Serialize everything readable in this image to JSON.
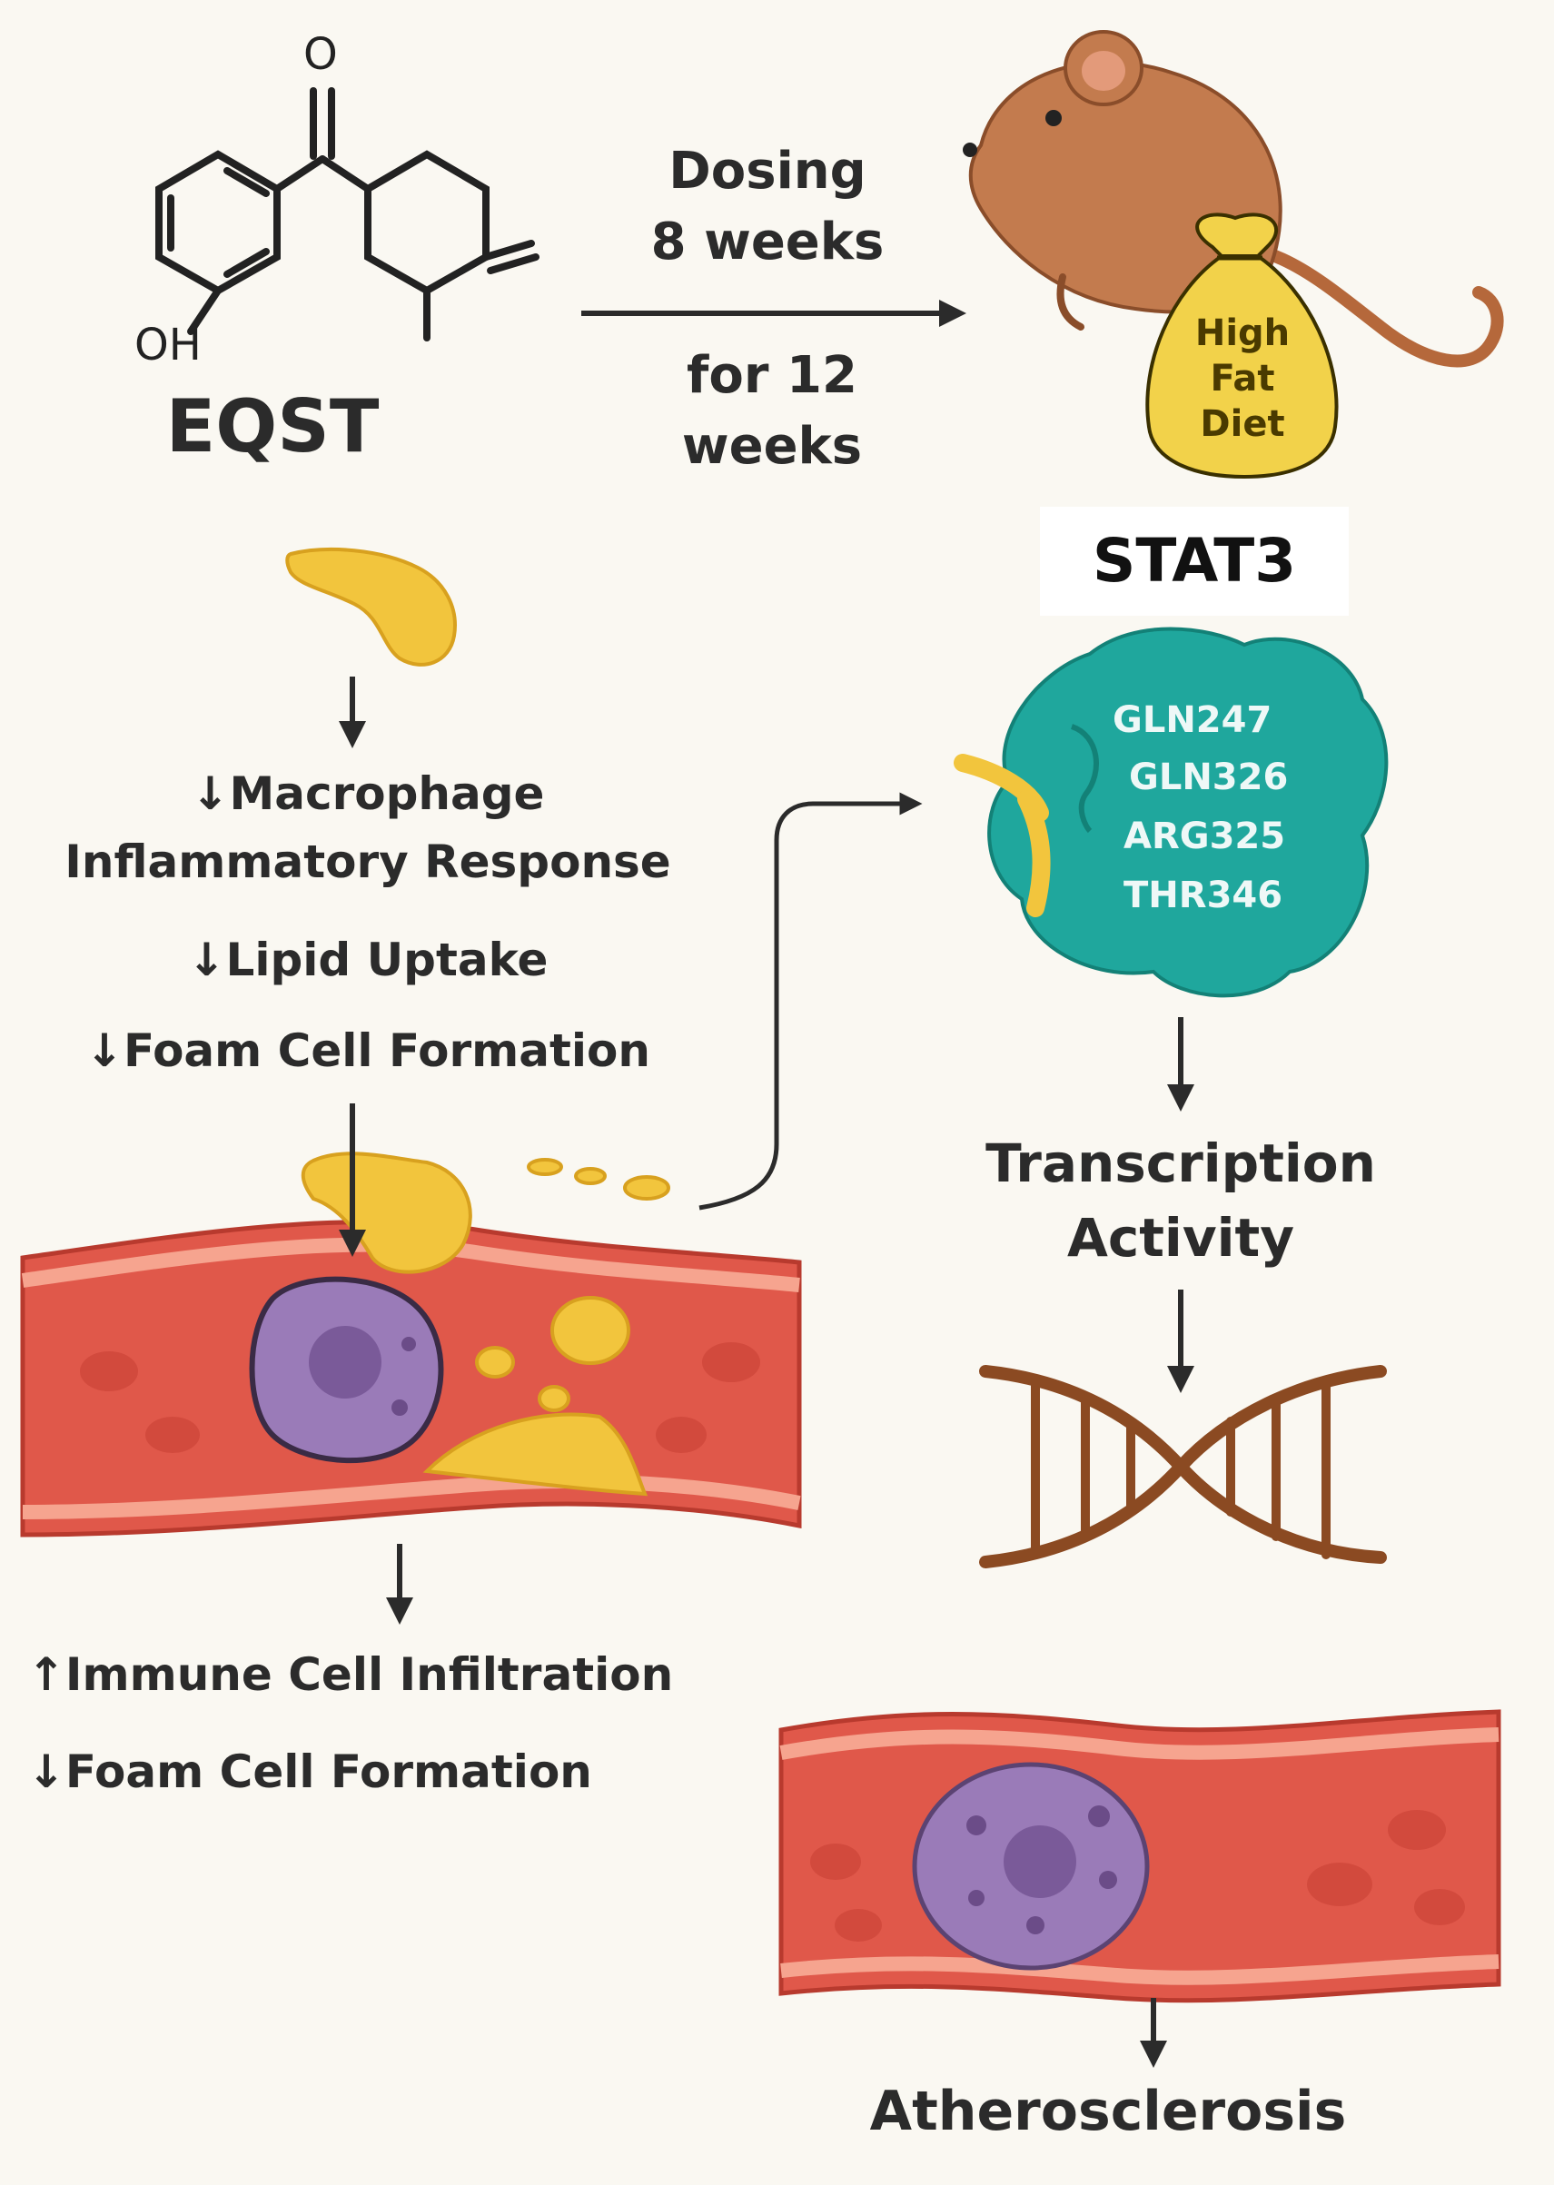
{
  "compound": {
    "name": "EQST",
    "hydroxyl": "OH",
    "carbonyl": "O"
  },
  "dosing": {
    "line1": "Dosing",
    "line2": "8 weeks",
    "line3": "for 12",
    "line4": "weeks"
  },
  "diet_bag": {
    "line1": "High",
    "line2": "Fat",
    "line3": "Diet"
  },
  "target": {
    "name": "STAT3",
    "residues": [
      "GLN247",
      "GLN326",
      "ARG325",
      "THR346"
    ]
  },
  "left_effects": [
    {
      "arrow": "↓",
      "text": "Macrophage"
    },
    {
      "arrow": "",
      "text": "Inflammatory Response"
    },
    {
      "arrow": "↓",
      "text": "Lipid Uptake"
    },
    {
      "arrow": "↓",
      "text": "Foam Cell Formation"
    }
  ],
  "bottom_effects": [
    {
      "arrow": "↑",
      "text": "Immune Cell Infiltration"
    },
    {
      "arrow": "↓",
      "text": "Foam Cell Formation"
    }
  ],
  "transcription": {
    "line1": "Transcription",
    "line2": "Activity"
  },
  "outcome": "Atherosclerosis",
  "colors": {
    "background": "#faf8f2",
    "vessel_outer": "#e0584a",
    "vessel_inner": "#ee6a55",
    "vessel_band": "#f6a48f",
    "lipid": "#f2c53d",
    "macrophage": "#9a7bb8",
    "protein": "#1fa79d",
    "mouse": "#c37b4e",
    "dna": "#8b4a22"
  }
}
